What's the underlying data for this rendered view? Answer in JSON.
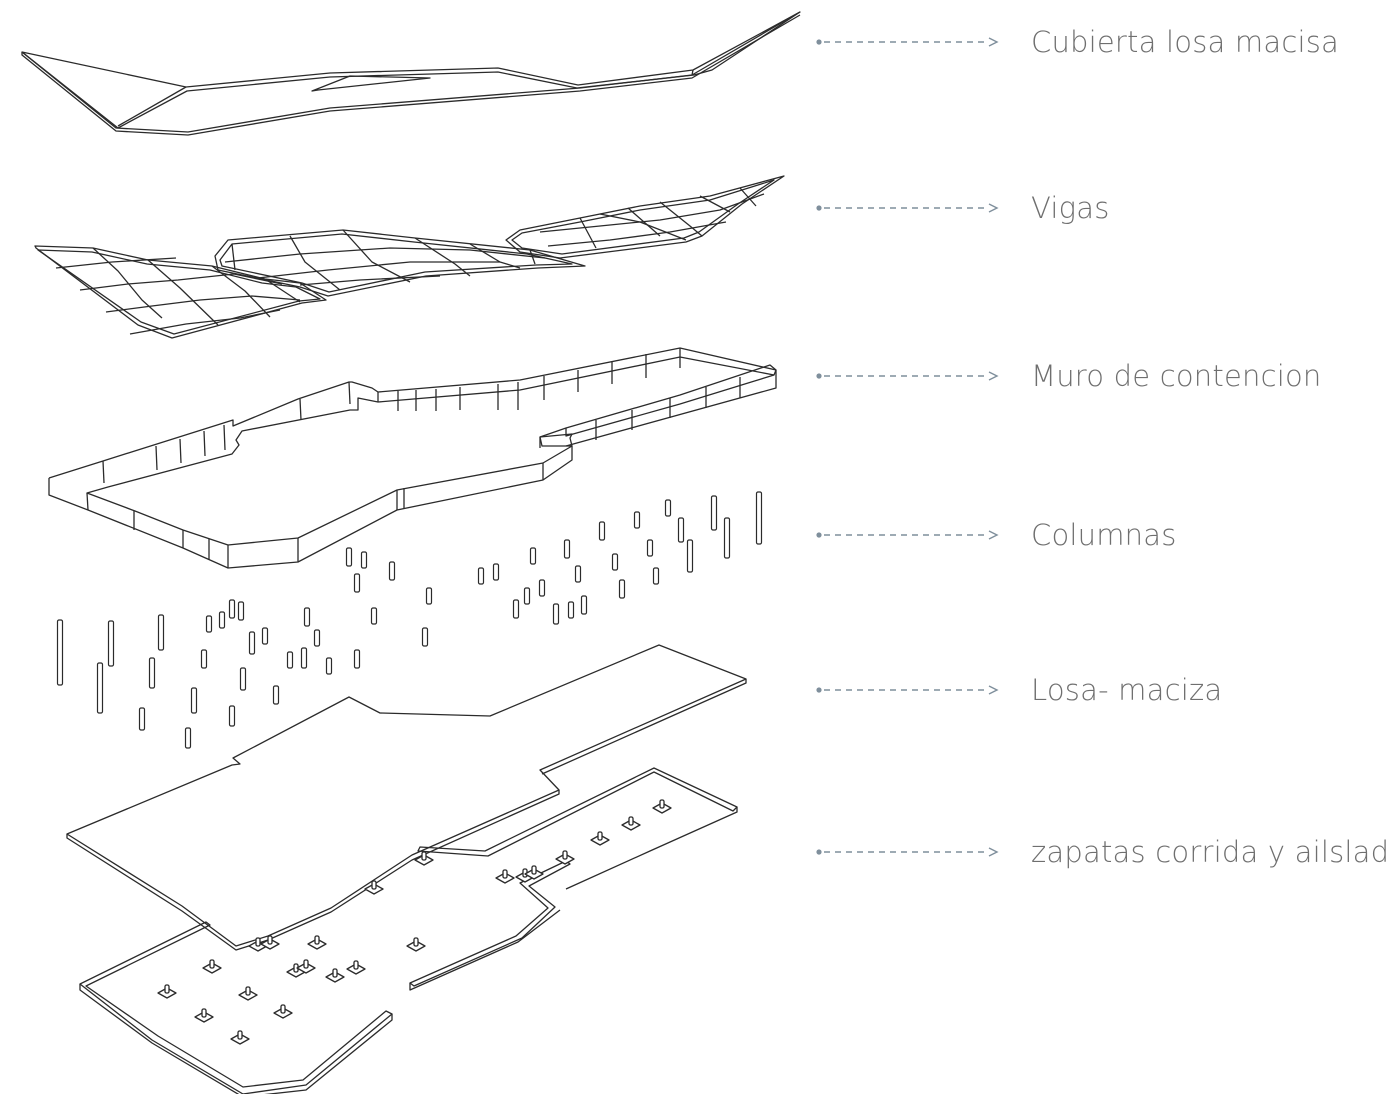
{
  "diagram": {
    "legend_color": "#7f8f9c",
    "text_color": "#6f6f6f",
    "line_color": "#2b2b2b",
    "layers": [
      {
        "id": "roof",
        "label": "Cubierta losa macisa"
      },
      {
        "id": "beams",
        "label": "Vigas"
      },
      {
        "id": "wall",
        "label": "Muro de contencion"
      },
      {
        "id": "columns",
        "label": "Columnas"
      },
      {
        "id": "slab",
        "label": "Losa- maciza"
      },
      {
        "id": "footings",
        "label": "zapatas corrida y ailslada"
      }
    ]
  }
}
